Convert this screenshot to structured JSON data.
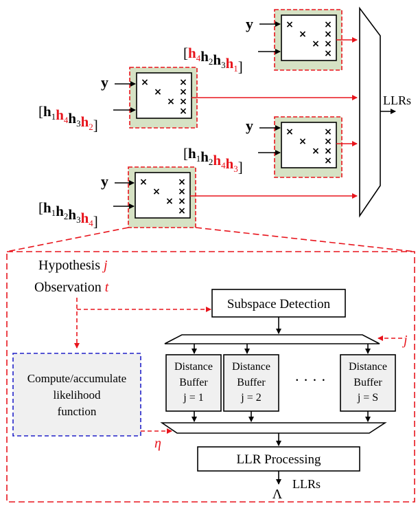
{
  "input_signal": "y",
  "mimo_blocks": [
    {
      "id": "top-right",
      "vector": [
        {
          "t": "h",
          "s": "4",
          "red": true
        },
        {
          "t": "h",
          "s": "2",
          "red": false
        },
        {
          "t": "h",
          "s": "3",
          "red": false
        },
        {
          "t": "h",
          "s": "1",
          "red": true
        }
      ]
    },
    {
      "id": "top-left",
      "vector": [
        {
          "t": "h",
          "s": "1",
          "red": false
        },
        {
          "t": "h",
          "s": "4",
          "red": true
        },
        {
          "t": "h",
          "s": "3",
          "red": false
        },
        {
          "t": "h",
          "s": "2",
          "red": true
        }
      ]
    },
    {
      "id": "mid-right",
      "vector": [
        {
          "t": "h",
          "s": "1",
          "red": false
        },
        {
          "t": "h",
          "s": "2",
          "red": false
        },
        {
          "t": "h",
          "s": "4",
          "red": true
        },
        {
          "t": "h",
          "s": "3",
          "red": true
        }
      ]
    },
    {
      "id": "bottom-left",
      "vector": [
        {
          "t": "h",
          "s": "1",
          "red": false
        },
        {
          "t": "h",
          "s": "2",
          "red": false
        },
        {
          "t": "h",
          "s": "3",
          "red": false
        },
        {
          "t": "h",
          "s": "4",
          "red": true
        }
      ]
    }
  ],
  "mux_output_label": "LLRs",
  "detail": {
    "hypothesis_label": "Hypothesis",
    "hypothesis_var": "j",
    "observation_label": "Observation",
    "observation_var": "t",
    "subspace_detection": "Subspace Detection",
    "demux_var": "j",
    "likelihood_lines": [
      "Compute/accumulate",
      "likelihood",
      "function"
    ],
    "eta": "η",
    "buffers": [
      {
        "line1": "Distance",
        "line2": "Buffer",
        "line3": "j = 1"
      },
      {
        "line1": "Distance",
        "line2": "Buffer",
        "line3": "j = 2"
      },
      {
        "line1": "Distance",
        "line2": "Buffer",
        "line3": "j = S"
      }
    ],
    "ellipsis": "· · · ·",
    "llr_processing": "LLR Processing",
    "lambda": "Λ",
    "output_label": "LLRs"
  },
  "colors": {
    "red": "#e8141c",
    "blue": "#2020c8",
    "block_fill": "#d6e2c4",
    "grey_fill": "#f0f0f0"
  }
}
